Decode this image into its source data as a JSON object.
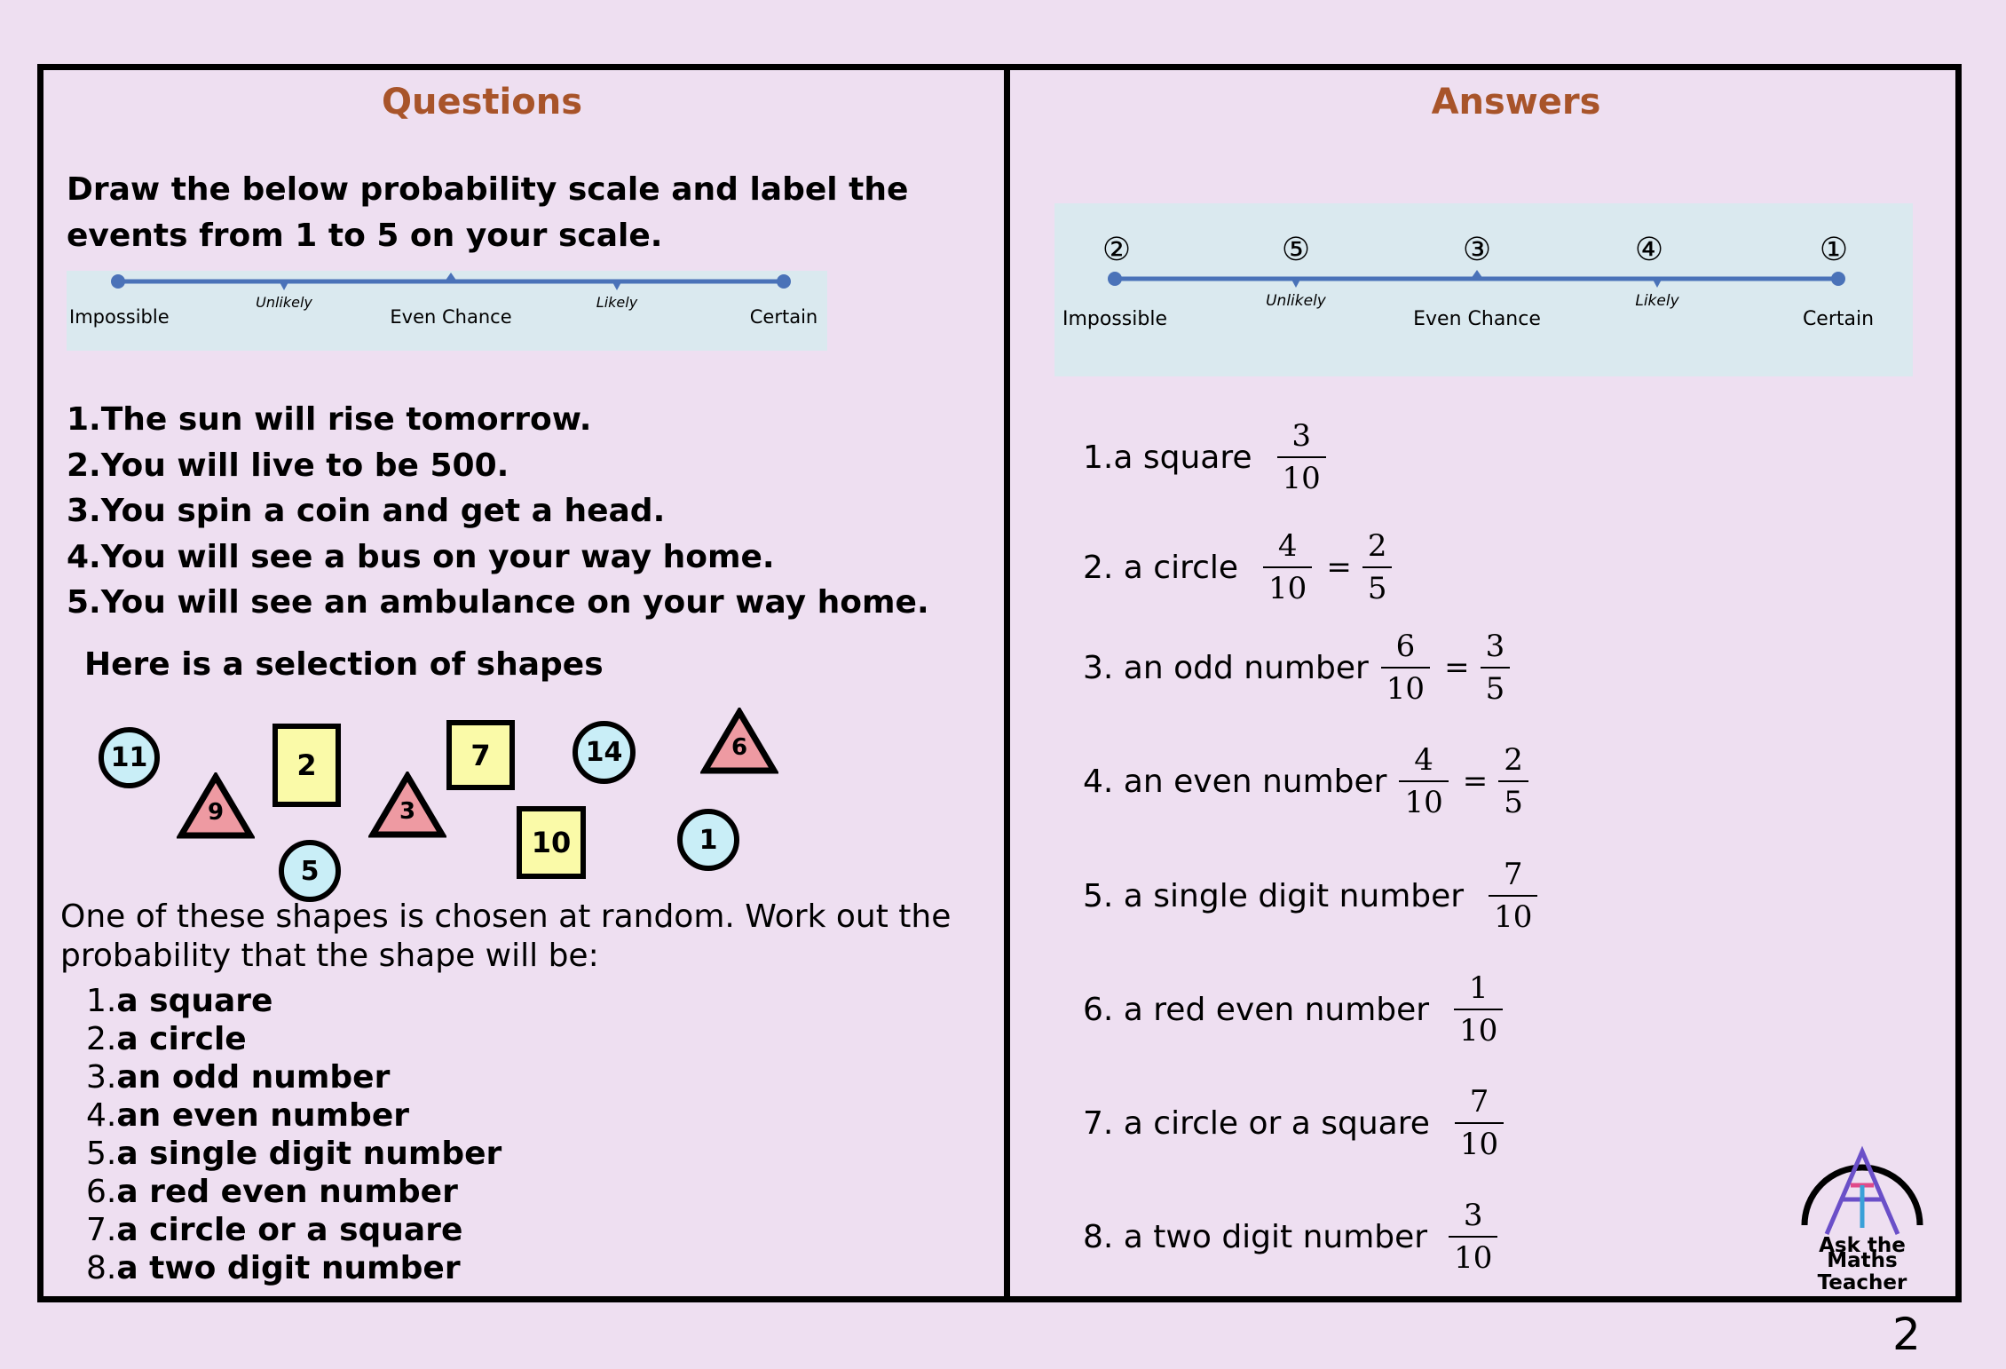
{
  "questions": {
    "title": "Questions",
    "intro": "Draw the below probability scale and label the events from 1 to 5 on your scale.",
    "scale": {
      "impossible": "Impossible",
      "unlikely": "Unlikely",
      "even": "Even Chance",
      "likely": "Likely",
      "certain": "Certain"
    },
    "events": [
      "1.The sun will rise tomorrow.",
      "2.You will live to be 500.",
      "3.You spin a coin and get a head.",
      "4.You will see a bus on your way home.",
      "5.You will see an ambulance on your way home."
    ],
    "shapes_heading": "Here is a selection of shapes",
    "shapes": {
      "circle_11": "11",
      "square_2": "2",
      "square_7": "7",
      "circle_14": "14",
      "triangle_6": "6",
      "triangle_9": "9",
      "triangle_3": "3",
      "square_10": "10",
      "circle_1": "1",
      "circle_5": "5"
    },
    "prob_intro": "One of these shapes is chosen at random. Work out the probability that the shape will be:",
    "items": [
      {
        "num": "1.",
        "text": "a square"
      },
      {
        "num": "2.",
        "text": "a circle"
      },
      {
        "num": "3.",
        "text": "an odd number"
      },
      {
        "num": "4.",
        "text": "an even number"
      },
      {
        "num": "5.",
        "text": "a single digit number"
      },
      {
        "num": "6.",
        "text": "a red even number"
      },
      {
        "num": "7.",
        "text": "a circle or a square"
      },
      {
        "num": "8.",
        "text": "a two digit number"
      }
    ]
  },
  "answers": {
    "title": "Answers",
    "scale": {
      "impossible": "Impossible",
      "unlikely": "Unlikely",
      "even": "Even Chance",
      "likely": "Likely",
      "certain": "Certain",
      "marker_impossible": "②",
      "marker_unlikely": "⑤",
      "marker_even": "③",
      "marker_likely": "④",
      "marker_certain": "①"
    },
    "items": [
      {
        "label": "1.a square",
        "n1": "3",
        "d1": "10"
      },
      {
        "label": "2. a circle",
        "n1": "4",
        "d1": "10",
        "eq": "=",
        "n2": "2",
        "d2": "5"
      },
      {
        "label": "3. an odd number",
        "n1": "6",
        "d1": "10",
        "eq": "=",
        "n2": "3",
        "d2": "5"
      },
      {
        "label": "4. an even number",
        "n1": "4",
        "d1": "10",
        "eq": "=",
        "n2": "2",
        "d2": "5"
      },
      {
        "label": "5. a single digit number",
        "n1": "7",
        "d1": "10"
      },
      {
        "label": "6. a red even number",
        "n1": "1",
        "d1": "10"
      },
      {
        "label": "7. a circle or a square",
        "n1": "7",
        "d1": "10"
      },
      {
        "label": "8. a two digit number",
        "n1": "3",
        "d1": "10"
      }
    ]
  },
  "logo": {
    "line1": "Ask the",
    "line2": "Maths Teacher"
  },
  "page_number": "2",
  "colors": {
    "background": "#eedff1",
    "title": "#a8542a",
    "scale_bg": "#dae9ef",
    "scale_line": "#4a72b8",
    "circle_fill": "#c9eef7",
    "square_fill": "#fafaa8",
    "triangle_fill": "#ee9aa2"
  }
}
